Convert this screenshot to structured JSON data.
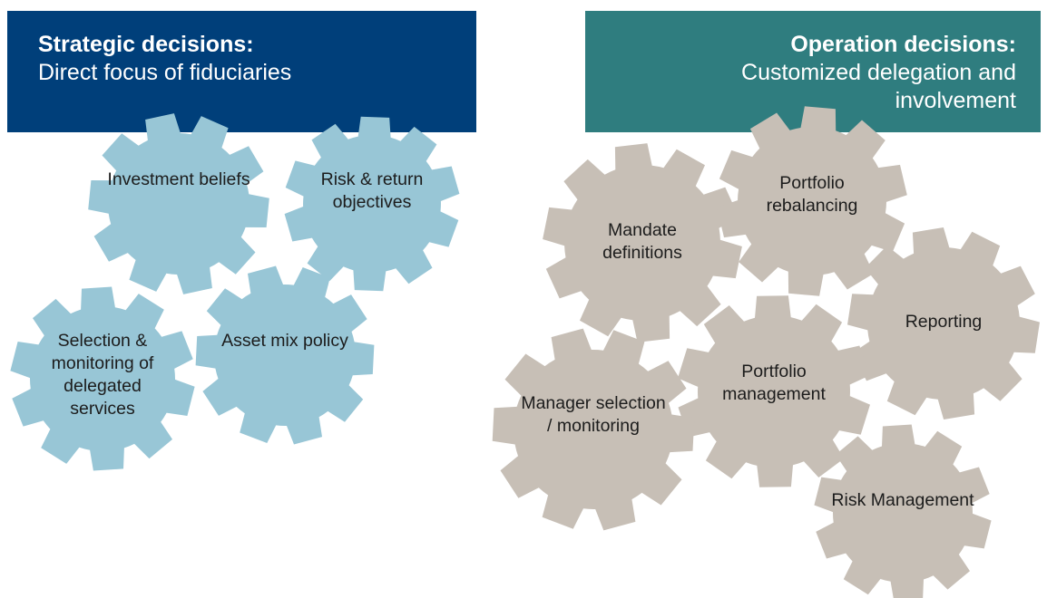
{
  "strategic": {
    "title": "Strategic decisions:",
    "subtitle": "Direct focus of fiduciaries",
    "color": "#003f7a",
    "gear_color": "#98c6d6"
  },
  "operational": {
    "title": "Operation decisions:",
    "subtitle": "Customized delegation and involvement",
    "color": "#2f7d7f",
    "gear_color": "#c7bfb6"
  },
  "strategic_gears": [
    {
      "id": "investment-beliefs",
      "label": "Investment beliefs"
    },
    {
      "id": "risk-return-objectives",
      "label": "Risk & return objectives"
    },
    {
      "id": "selection-monitoring",
      "label": "Selection & monitoring of delegated services"
    },
    {
      "id": "asset-mix-policy",
      "label": "Asset mix policy"
    }
  ],
  "operational_gears": [
    {
      "id": "mandate-definitions",
      "label": "Mandate definitions"
    },
    {
      "id": "portfolio-rebalancing",
      "label": "Portfolio rebalancing"
    },
    {
      "id": "reporting",
      "label": "Reporting"
    },
    {
      "id": "portfolio-management",
      "label": "Portfolio management"
    },
    {
      "id": "manager-selection",
      "label": "Manager selection / monitoring"
    },
    {
      "id": "risk-management",
      "label": "Risk Management"
    }
  ]
}
